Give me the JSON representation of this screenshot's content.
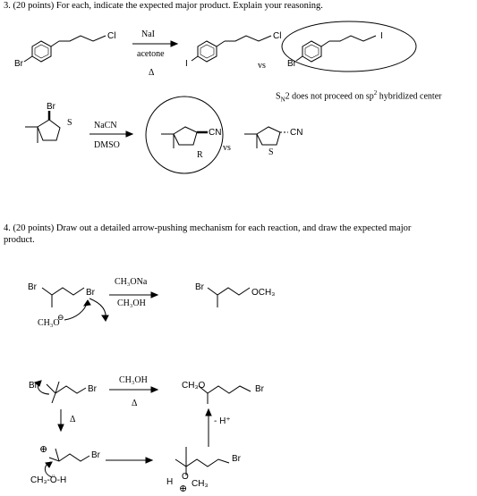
{
  "question3": {
    "prompt": "3.  (20 points) For each, indicate the expected major product. Explain your reasoning.",
    "rxn1": {
      "substrate_br": "Br",
      "substrate_cl": "Cl",
      "reagent_top": "NaI",
      "reagent_bottom": "acetone",
      "heat": "Δ",
      "product_a_i": "I",
      "product_a_cl": "Cl",
      "vs": "vs",
      "product_b_br": "Br",
      "product_b_i": "I",
      "note_prefix": "S",
      "note_sub": "N",
      "note_mid": "2 does not proceed on sp",
      "note_sup": "2",
      "note_suffix": " hybridized center"
    },
    "rxn2": {
      "substrate_br": "Br",
      "substrate_label": "S",
      "reagent_top": "NaCN",
      "reagent_bottom": "DMSO",
      "product_a_cn": "CN",
      "product_a_label": "R",
      "vs": "vs",
      "product_b_cn": "CN",
      "product_b_label": "S"
    }
  },
  "question4": {
    "prompt_line1": "4.  (20 points)  Draw out a detailed arrow-pushing mechanism for each reaction, and draw the expected major",
    "prompt_line2": "product.",
    "rxn1": {
      "br_left": "Br",
      "br_right": "Br",
      "reagent_top": "CH₃ONa",
      "reagent_bottom": "CH₃OH",
      "nucleophile": "CH₃O",
      "product_br": "Br",
      "product_och3": "OCH₃"
    },
    "rxn2": {
      "br_left": "Br",
      "br_right": "Br",
      "reagent_top": "CH₃OH",
      "heat_right": "Δ",
      "heat_down": "Δ",
      "product_ch3o": "CH₃O",
      "product_br": "Br",
      "deprotonation": "- H⁺",
      "cation_charge": "⊕",
      "cation_br": "Br",
      "methanol": "CH₃-Ö-H",
      "oxonium_br": "Br",
      "oxonium_h": "H",
      "oxonium_o": "O",
      "oxonium_ch3": "CH₃",
      "oxonium_charge": "⊕"
    }
  }
}
